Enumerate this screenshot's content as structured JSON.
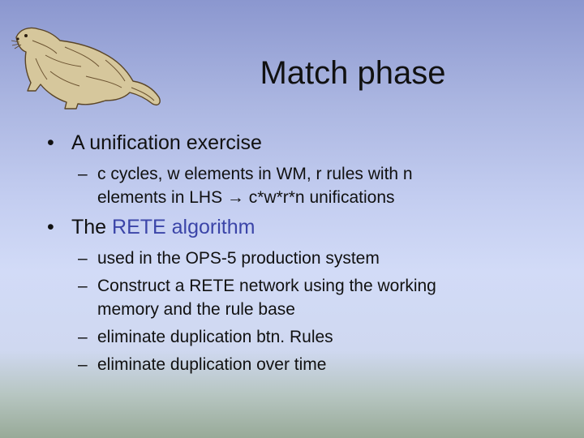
{
  "slide": {
    "title": "Match phase",
    "bullets": [
      {
        "symbol": "•",
        "text": "A unification exercise",
        "sub": [
          {
            "symbol": "–",
            "line1": "c cycles, w elements in WM, r rules with n",
            "line2_pre": "elements in LHS ",
            "arrow": "→",
            "line2_post": " c*w*r*n unifications"
          }
        ]
      },
      {
        "symbol": "•",
        "text_pre": "The ",
        "text_accent": "RETE algorithm",
        "sub": [
          {
            "symbol": "–",
            "text": "used in the OPS-5 production system"
          },
          {
            "symbol": "–",
            "line1": "Construct a RETE network using the working",
            "line2": "memory and the rule base"
          },
          {
            "symbol": "–",
            "text": "eliminate duplication btn. Rules"
          },
          {
            "symbol": "–",
            "text": "eliminate duplication over time"
          }
        ]
      }
    ]
  },
  "colors": {
    "accent": "#3b45a8",
    "text": "#111111",
    "otter": "#8a6a3a"
  },
  "icons": {
    "decoration": "otter-icon"
  }
}
